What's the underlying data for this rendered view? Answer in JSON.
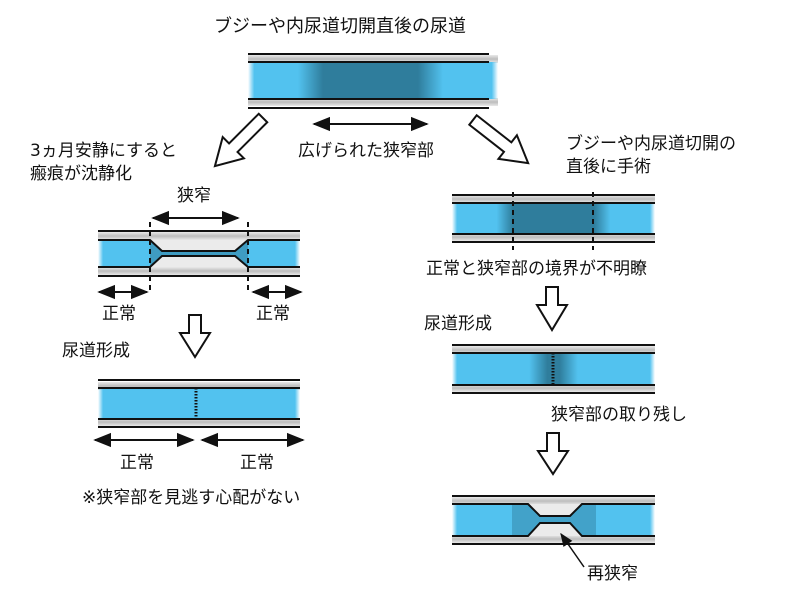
{
  "colors": {
    "lumen": "#52c2ef",
    "stricture_dark": "#2f7d9c",
    "wall_gray": "#c8c8c8",
    "scar_light": "#ebebeb",
    "line": "#111111"
  },
  "top": {
    "title": "ブジーや内尿道切開直後の尿道",
    "widened_label": "広げられた狭窄部"
  },
  "left": {
    "caption_line1": "3ヵ月安静にすると",
    "caption_line2": "瘢痕が沈静化",
    "stricture_label": "狭窄",
    "normal_left": "正常",
    "normal_right": "正常",
    "urethroplasty_label": "尿道形成",
    "after_normal_left": "正常",
    "after_normal_right": "正常",
    "note": "※狭窄部を見逃す心配がない"
  },
  "right": {
    "caption_line1": "ブジーや内尿道切開の",
    "caption_line2": "直後に手術",
    "boundary_label": "正常と狭窄部の境界が不明瞭",
    "urethroplasty_label": "尿道形成",
    "residual_label": "狭窄部の取り残し",
    "restenosis_label": "再狭窄"
  }
}
